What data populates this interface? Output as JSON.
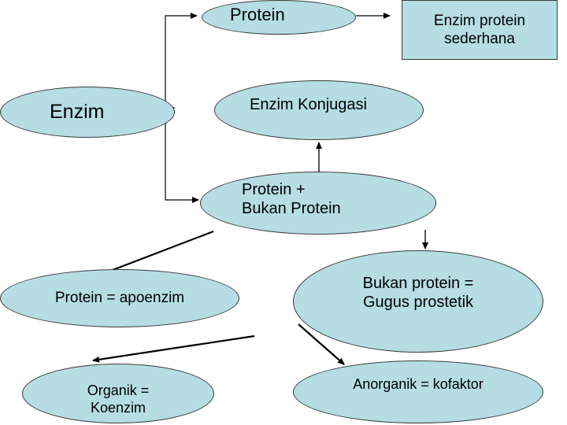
{
  "diagram": {
    "nodes": {
      "protein": "Protein",
      "enzim_protein_sederhana": "Enzim protein\nsederhana",
      "enzim": "Enzim",
      "enzim_konjugasi": "Enzim Konjugasi",
      "protein_bukan_protein": "Protein +\nBukan Protein",
      "protein_apoenzim": "Protein = apoenzim",
      "bukan_protein_gugus": "Bukan protein =\nGugus prostetik",
      "organik_koenzim": "Organik =\nKoenzim",
      "anorganik_kofaktor": "Anorganik = kofaktor"
    },
    "colors": {
      "fill": "#b5dde3",
      "stroke": "#3a3a3a",
      "arrow": "#000000"
    }
  }
}
